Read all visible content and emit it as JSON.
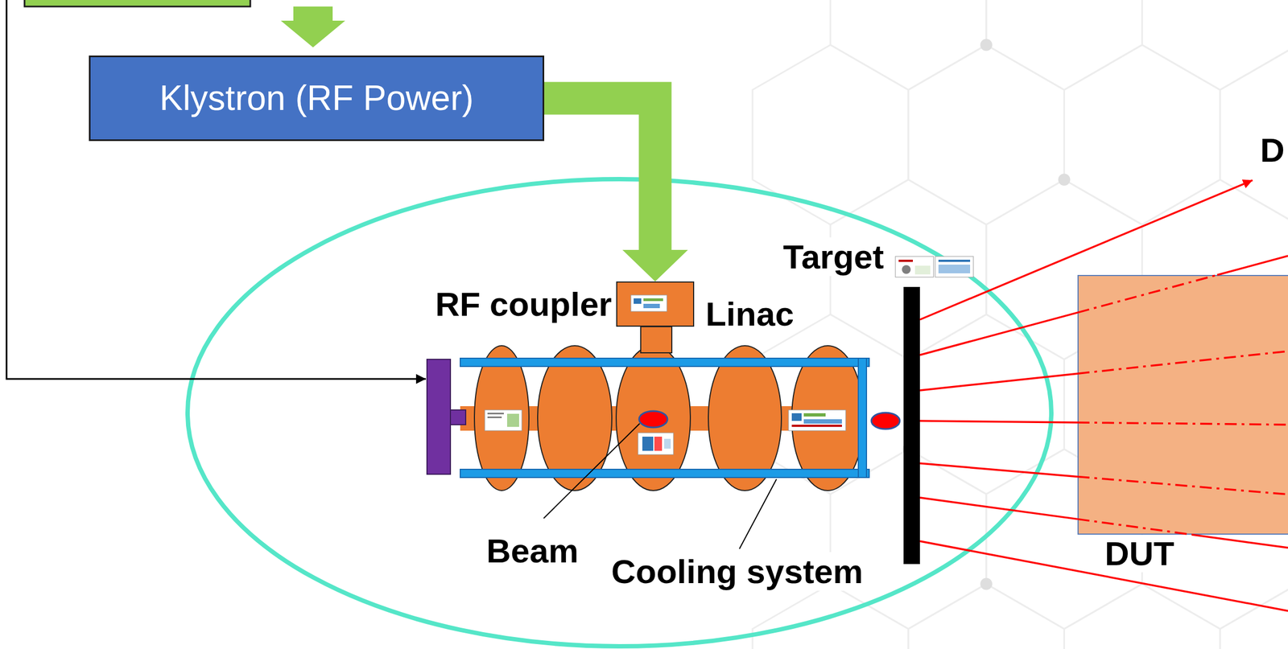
{
  "diagram": {
    "nodes": [
      {
        "text": [
          "Klystron (RF Power)"
        ]
      },
      {
        "text": [
          "RF coupler"
        ]
      },
      {
        "text": [
          "Target"
        ]
      },
      {
        "text": [
          "DUT"
        ]
      }
    ],
    "edges": [
      {
        "from": 0,
        "to": 1,
        "arrow": "to"
      }
    ],
    "labels": [
      "Linac",
      "Beam",
      "Cooling system",
      "D"
    ]
  }
}
